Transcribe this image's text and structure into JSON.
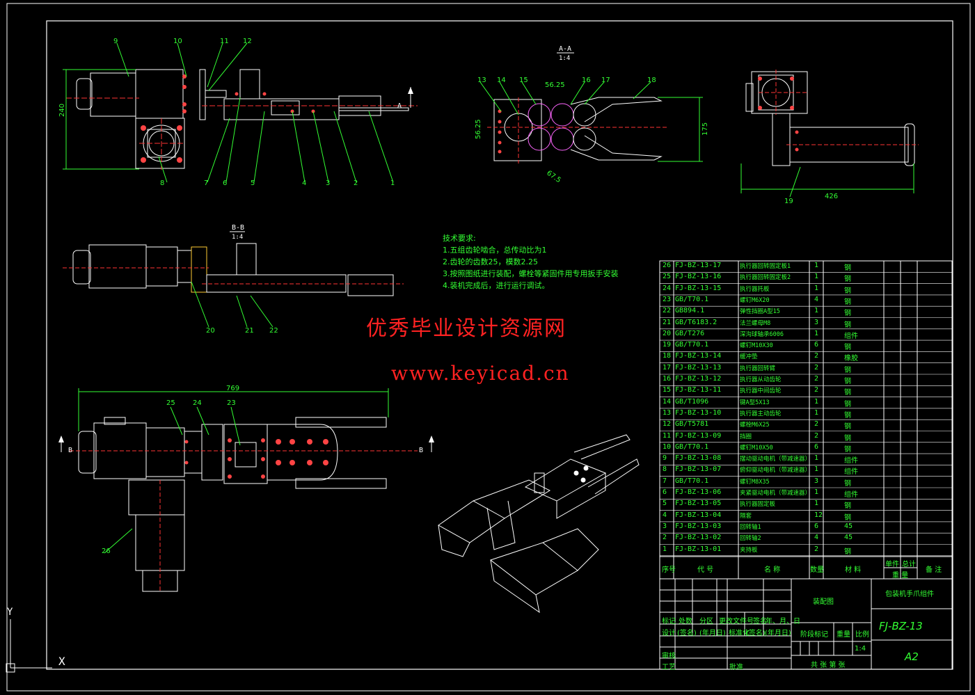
{
  "drawing": {
    "section_labels": {
      "aa_title": "A-A",
      "aa_scale": "1:4",
      "bb_title": "B-B",
      "bb_scale": "1:4",
      "arrow_a": "A",
      "arrow_b": "B"
    },
    "dimensions": {
      "left_height": "240",
      "gear_offset": "56.25",
      "gear_vertical": "56.25",
      "gear_diagonal": "67.5",
      "gripper_height": "175",
      "right_width": "426",
      "bottom_width": "769"
    },
    "balloons_top": [
      "9",
      "10",
      "11",
      "12",
      "8",
      "7",
      "6",
      "5",
      "4",
      "3",
      "2",
      "1"
    ],
    "balloons_aa": [
      "13",
      "14",
      "15",
      "16",
      "17",
      "18"
    ],
    "balloons_right": [
      "19"
    ],
    "balloons_bb": [
      "20",
      "21",
      "22"
    ],
    "balloons_bottom": [
      "25",
      "24",
      "23",
      "26"
    ],
    "tech_title": "技术要求:",
    "tech_items": [
      "1.五组齿轮啮合，总传动比为1",
      "2.齿轮的齿数25，模数2.25",
      "3.按照图纸进行装配，螺栓等紧固件用专用扳手安装",
      "4.装机完成后，进行运行调试。"
    ]
  },
  "watermark": {
    "line1": "优秀毕业设计资源网",
    "line2": "www.keyicad.cn"
  },
  "bom": {
    "rows": [
      {
        "no": "26",
        "code": "FJ-BZ-13-17",
        "name": "执行器回转固定板1",
        "qty": "1",
        "mat": "钢"
      },
      {
        "no": "25",
        "code": "FJ-BZ-13-16",
        "name": "执行器回转固定板2",
        "qty": "1",
        "mat": "钢"
      },
      {
        "no": "24",
        "code": "FJ-BZ-13-15",
        "name": "执行器托板",
        "qty": "1",
        "mat": "钢"
      },
      {
        "no": "23",
        "code": "GB/T70.1",
        "name": "螺钉M6X20",
        "qty": "4",
        "mat": "钢"
      },
      {
        "no": "22",
        "code": "GB894.1",
        "name": "弹性挡圈A型15",
        "qty": "1",
        "mat": "钢"
      },
      {
        "no": "21",
        "code": "GB/T6183.2",
        "name": "法兰螺母M8",
        "qty": "3",
        "mat": "钢"
      },
      {
        "no": "20",
        "code": "GB/T276",
        "name": "深沟球轴承6006",
        "qty": "1",
        "mat": "组件"
      },
      {
        "no": "19",
        "code": "GB/T70.1",
        "name": "螺钉M10X30",
        "qty": "6",
        "mat": "钢"
      },
      {
        "no": "18",
        "code": "FJ-BZ-13-14",
        "name": "缓冲垫",
        "qty": "2",
        "mat": "橡胶"
      },
      {
        "no": "17",
        "code": "FJ-BZ-13-13",
        "name": "执行器回转臂",
        "qty": "2",
        "mat": "钢"
      },
      {
        "no": "16",
        "code": "FJ-BZ-13-12",
        "name": "执行器从动齿轮",
        "qty": "2",
        "mat": "钢"
      },
      {
        "no": "15",
        "code": "FJ-BZ-13-11",
        "name": "执行器中间齿轮",
        "qty": "2",
        "mat": "钢"
      },
      {
        "no": "14",
        "code": "GB/T1096",
        "name": "键A型5X13",
        "qty": "1",
        "mat": "钢"
      },
      {
        "no": "13",
        "code": "FJ-BZ-13-10",
        "name": "执行器主动齿轮",
        "qty": "1",
        "mat": "钢"
      },
      {
        "no": "12",
        "code": "GB/T5781",
        "name": "螺栓M6X25",
        "qty": "2",
        "mat": "钢"
      },
      {
        "no": "11",
        "code": "FJ-BZ-13-09",
        "name": "挡圈",
        "qty": "2",
        "mat": "钢"
      },
      {
        "no": "10",
        "code": "GB/T70.1",
        "name": "螺钉M10X50",
        "qty": "6",
        "mat": "钢"
      },
      {
        "no": "9",
        "code": "FJ-BZ-13-08",
        "name": "摆动驱动电机（带减速器）",
        "qty": "1",
        "mat": "组件"
      },
      {
        "no": "8",
        "code": "FJ-BZ-13-07",
        "name": "俯仰驱动电机（带减速器）",
        "qty": "1",
        "mat": "组件"
      },
      {
        "no": "7",
        "code": "GB/T70.1",
        "name": "螺钉M8X35",
        "qty": "3",
        "mat": "钢"
      },
      {
        "no": "6",
        "code": "FJ-BZ-13-06",
        "name": "夹紧驱动电机（带减速器）",
        "qty": "1",
        "mat": "组件"
      },
      {
        "no": "5",
        "code": "FJ-BZ-13-05",
        "name": "执行器固定板",
        "qty": "1",
        "mat": "钢"
      },
      {
        "no": "4",
        "code": "FJ-BZ-13-04",
        "name": "隔套",
        "qty": "12",
        "mat": "钢"
      },
      {
        "no": "3",
        "code": "FJ-BZ-13-03",
        "name": "回转轴1",
        "qty": "6",
        "mat": "45"
      },
      {
        "no": "2",
        "code": "FJ-BZ-13-02",
        "name": "回转轴2",
        "qty": "4",
        "mat": "45"
      },
      {
        "no": "1",
        "code": "FJ-BZ-13-01",
        "name": "夹持板",
        "qty": "2",
        "mat": "钢"
      }
    ],
    "header": {
      "no": "序号",
      "code": "代 号",
      "name": "名 称",
      "qty": "数量",
      "mat": "材 料",
      "single": "单件",
      "total": "总计",
      "weight": "重 量",
      "remark": "备 注"
    }
  },
  "title_block": {
    "drawing_name": "装配图",
    "part_name": "包装机手爪组件",
    "drawing_no": "FJ-BZ-13",
    "sheet_size": "A2",
    "scale": "1:4",
    "row_mark": "标记",
    "row_count": "处数",
    "row_zone": "分区",
    "row_change": "更改文件号",
    "row_sign": "签名",
    "row_date": "年、月、日",
    "design": "设计",
    "sign_name": "(签名)",
    "ymd": "(年月日)",
    "standard": "标准化",
    "stage_mark": "阶段标记",
    "weight": "重量",
    "ratio": "比例",
    "review": "审核",
    "process": "工艺",
    "approve": "批准",
    "sheets": "共 张 第 张"
  },
  "ucs": {
    "y_label": "Y",
    "x_label": "X"
  }
}
